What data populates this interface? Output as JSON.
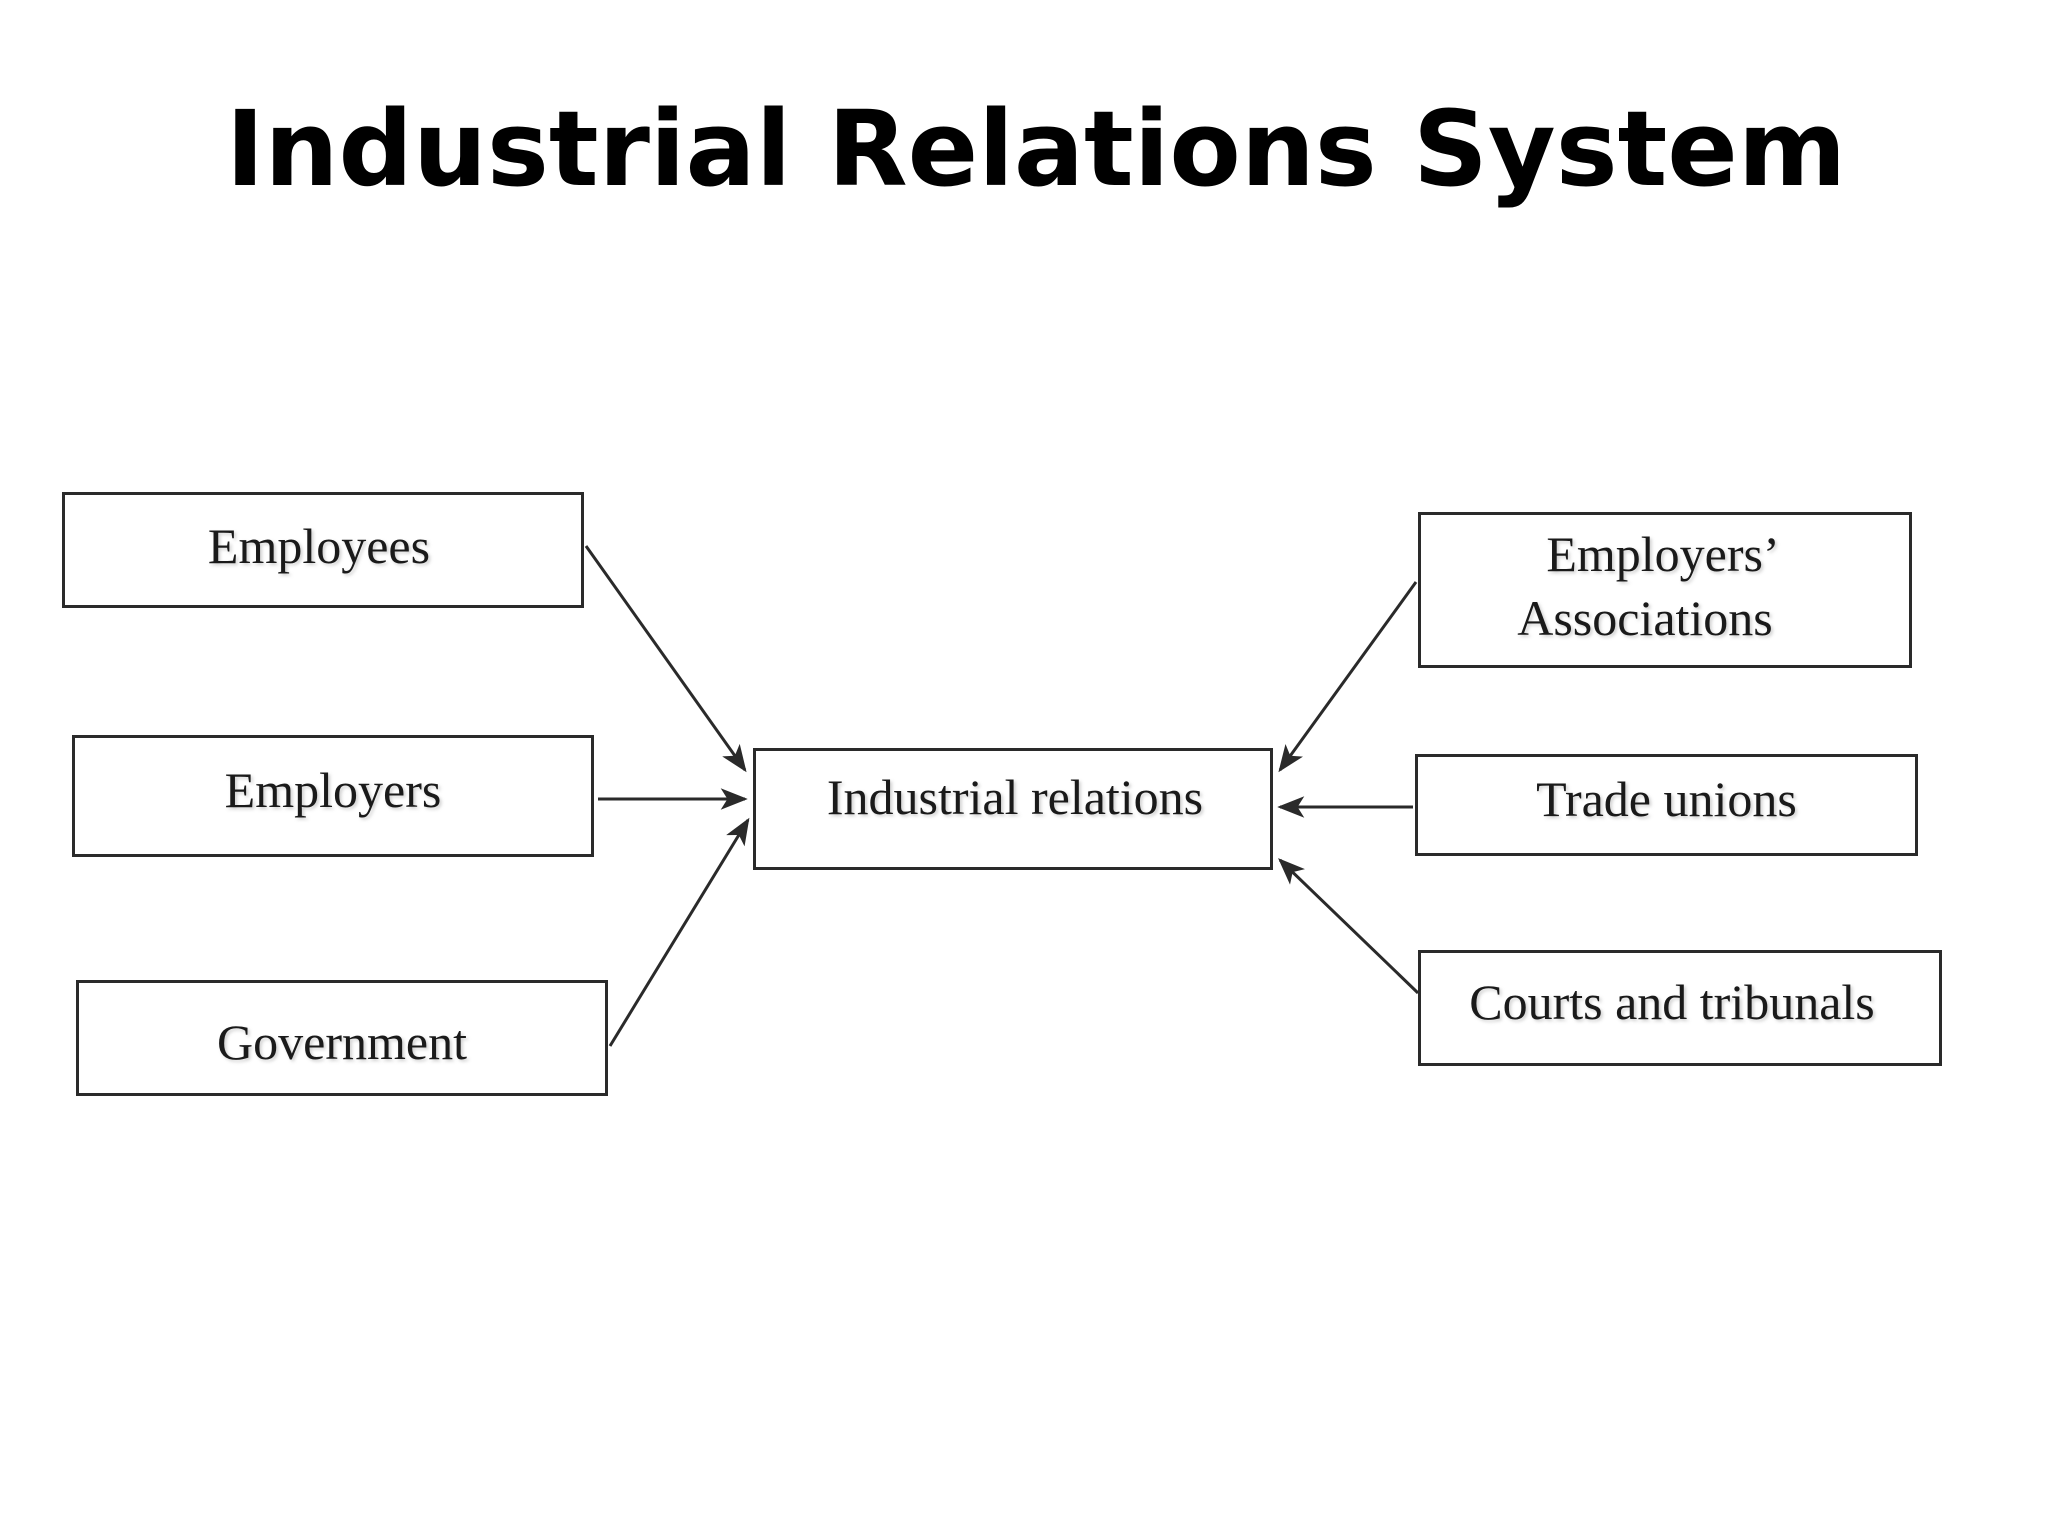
{
  "slide": {
    "title": "Industrial Relations System"
  },
  "diagram": {
    "center": {
      "label": "Industrial relations"
    },
    "left_inputs": [
      {
        "label": "Employees"
      },
      {
        "label": "Employers"
      },
      {
        "label": "Government"
      }
    ],
    "right_inputs": [
      {
        "label_line1": "Employers’",
        "label_line2": "Associations"
      },
      {
        "label": "Trade unions"
      },
      {
        "label": "Courts and tribunals"
      }
    ],
    "colors": {
      "box_border": "#2a2a2a",
      "arrow": "#2a2a2a",
      "text": "#1a1a1a",
      "background": "#ffffff"
    }
  }
}
